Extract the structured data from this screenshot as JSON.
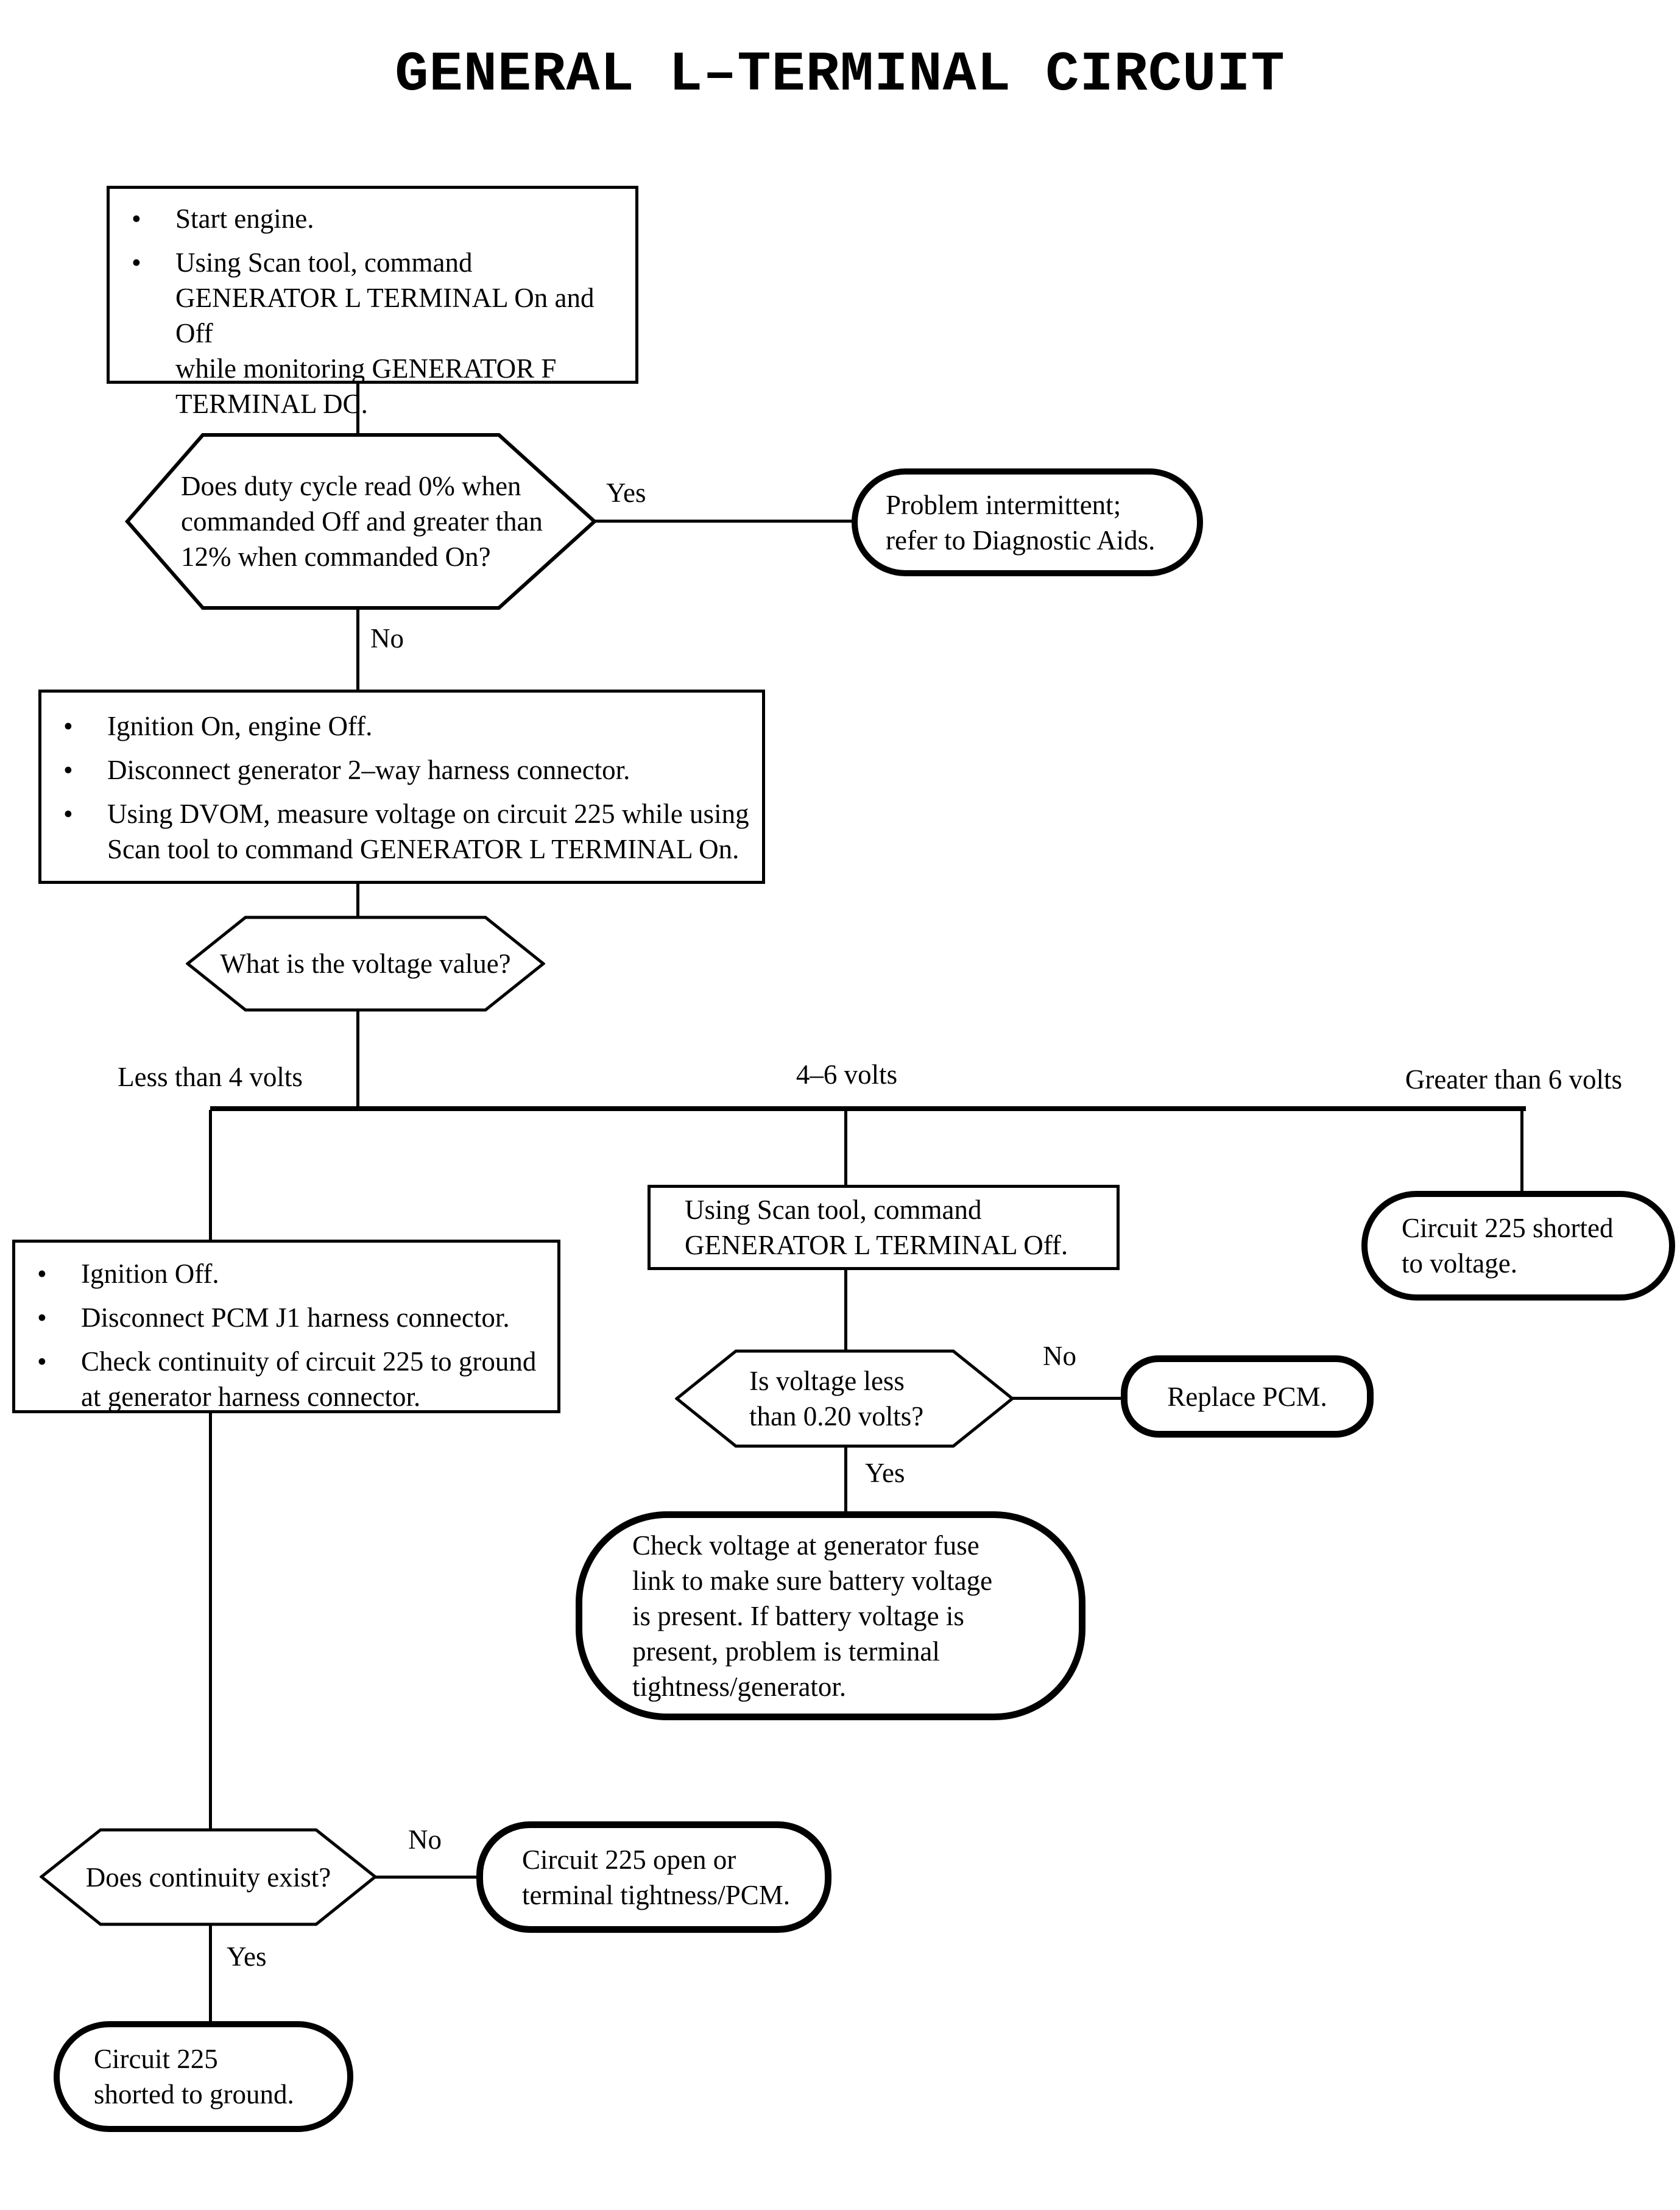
{
  "title": "GENERAL L–TERMINAL CIRCUIT",
  "colors": {
    "ink": "#000000",
    "paper": "#ffffff"
  },
  "nodes": {
    "start_box": {
      "type": "process",
      "items": [
        "Start engine.",
        "Using Scan tool, command\nGENERATOR L TERMINAL On and Off\nwhile monitoring GENERATOR F\nTERMINAL DC."
      ]
    },
    "duty_cycle_decision": {
      "type": "decision",
      "text": "Does duty cycle read 0% when\ncommanded Off and greater than\n12% when commanded On?"
    },
    "problem_intermittent_terminal": {
      "type": "terminal",
      "text": "Problem intermittent;\nrefer to Diagnostic Aids."
    },
    "measure_voltage_box": {
      "type": "process",
      "items": [
        "Ignition On, engine Off.",
        "Disconnect generator 2–way harness connector.",
        "Using DVOM, measure voltage on circuit 225 while using\nScan tool to command GENERATOR L TERMINAL On."
      ]
    },
    "voltage_value_decision": {
      "type": "decision",
      "text": "What is the voltage value?"
    },
    "command_off_box": {
      "type": "process",
      "text": "Using Scan tool, command\nGENERATOR L TERMINAL Off."
    },
    "shorted_to_voltage_terminal": {
      "type": "terminal",
      "text": "Circuit 225 shorted\nto voltage."
    },
    "check_continuity_box": {
      "type": "process",
      "items": [
        "Ignition Off.",
        "Disconnect PCM J1 harness connector.",
        "Check continuity of circuit 225 to ground\nat generator harness connector."
      ]
    },
    "voltage_020_decision": {
      "type": "decision",
      "text": "Is voltage less\nthan 0.20 volts?"
    },
    "replace_pcm_terminal": {
      "type": "terminal",
      "text": "Replace PCM."
    },
    "check_fuse_link_terminal": {
      "type": "terminal",
      "text": "Check voltage at generator fuse\nlink to make sure battery voltage\nis present. If battery voltage is\npresent, problem is terminal\ntightness/generator."
    },
    "continuity_decision": {
      "type": "decision",
      "text": "Does continuity exist?"
    },
    "open_or_tightness_terminal": {
      "type": "terminal",
      "text": "Circuit 225 open or\nterminal tightness/PCM."
    },
    "shorted_to_ground_terminal": {
      "type": "terminal",
      "text": "Circuit 225\nshorted to ground."
    }
  },
  "edge_labels": {
    "duty_yes": "Yes",
    "duty_no": "No",
    "volt_low": "Less than 4 volts",
    "volt_mid": "4–6 volts",
    "volt_high": "Greater than 6 volts",
    "v020_no": "No",
    "v020_yes": "Yes",
    "cont_no": "No",
    "cont_yes": "Yes"
  }
}
